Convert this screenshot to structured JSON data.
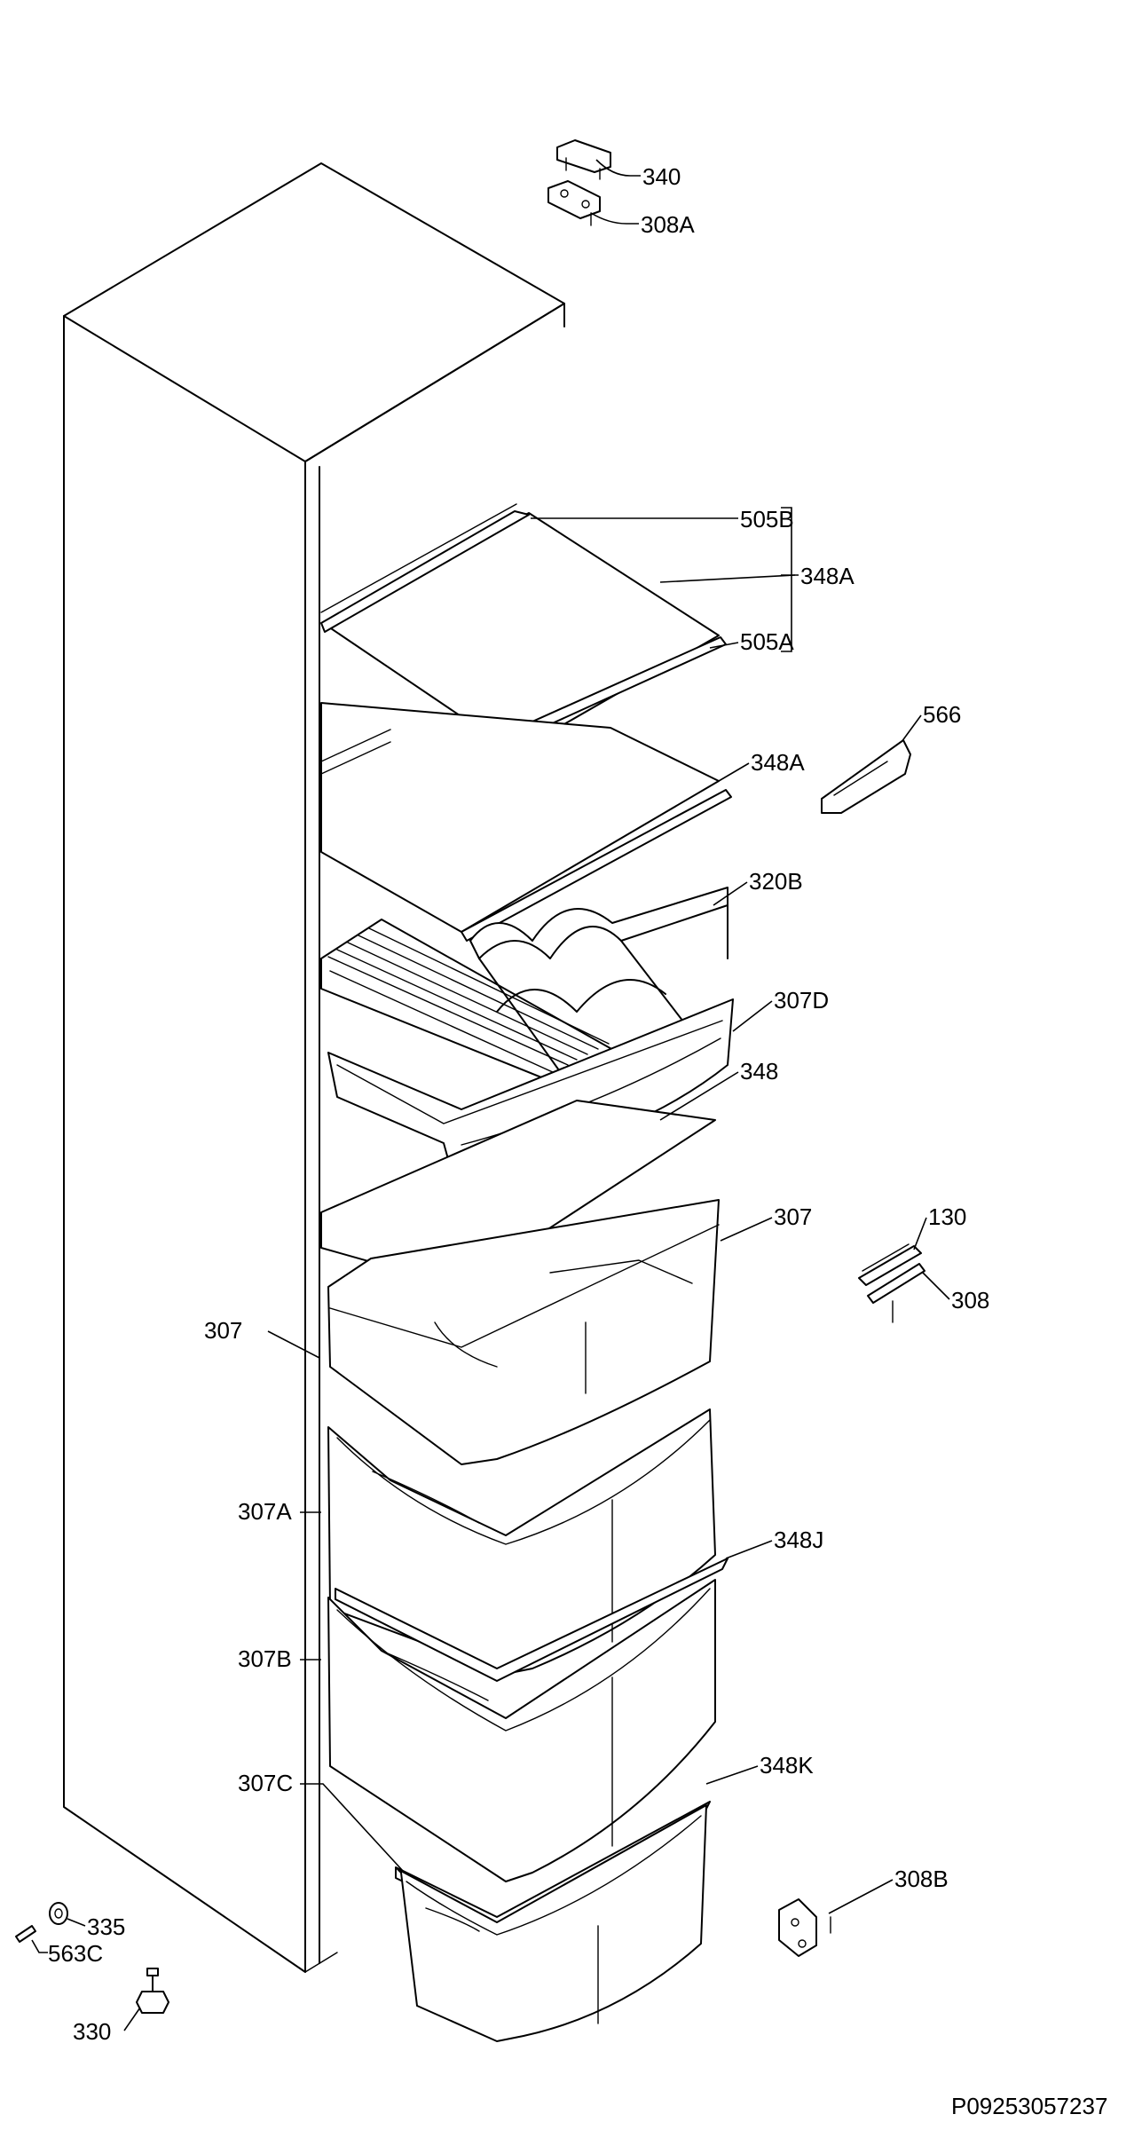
{
  "labels": {
    "l340": "340",
    "l308A": "308A",
    "l505B": "505B",
    "l348A_top": "348A",
    "l505A": "505A",
    "l566": "566",
    "l348A_mid": "348A",
    "l320B": "320B",
    "l307D": "307D",
    "l348": "348",
    "l307_right": "307",
    "l130": "130",
    "l308": "308",
    "l307_left": "307",
    "l307A": "307A",
    "l348J": "348J",
    "l307B": "307B",
    "l348K": "348K",
    "l307C": "307C",
    "l308B": "308B",
    "l335": "335",
    "l563C": "563C",
    "l330": "330"
  },
  "diagram_code": "P09253057237"
}
